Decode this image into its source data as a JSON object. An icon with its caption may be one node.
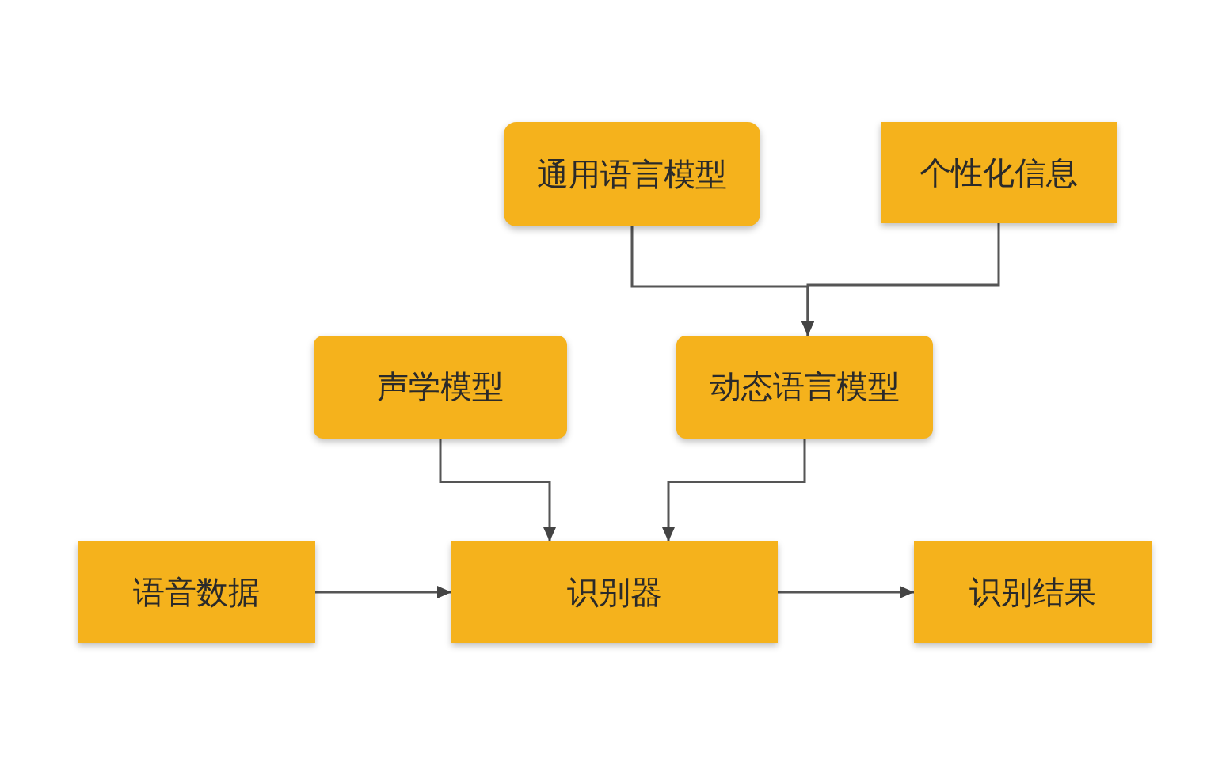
{
  "diagram": {
    "nodes": [
      {
        "text": [
          "通用语言模型"
        ]
      },
      {
        "text": [
          "个性化信息"
        ]
      },
      {
        "text": [
          "声学模型"
        ]
      },
      {
        "text": [
          "动态语言模型"
        ]
      },
      {
        "text": [
          "语音数据"
        ]
      },
      {
        "text": [
          "识别器"
        ]
      },
      {
        "text": [
          "识别结果"
        ]
      }
    ],
    "edges": [
      {
        "from": 0,
        "to": 3,
        "arrow": "to"
      },
      {
        "from": 1,
        "to": 3,
        "arrow": "to"
      },
      {
        "from": 2,
        "to": 5,
        "arrow": "to"
      },
      {
        "from": 3,
        "to": 5,
        "arrow": "to"
      },
      {
        "from": 4,
        "to": 5,
        "arrow": "to"
      },
      {
        "from": 5,
        "to": 6,
        "arrow": "to"
      }
    ]
  }
}
